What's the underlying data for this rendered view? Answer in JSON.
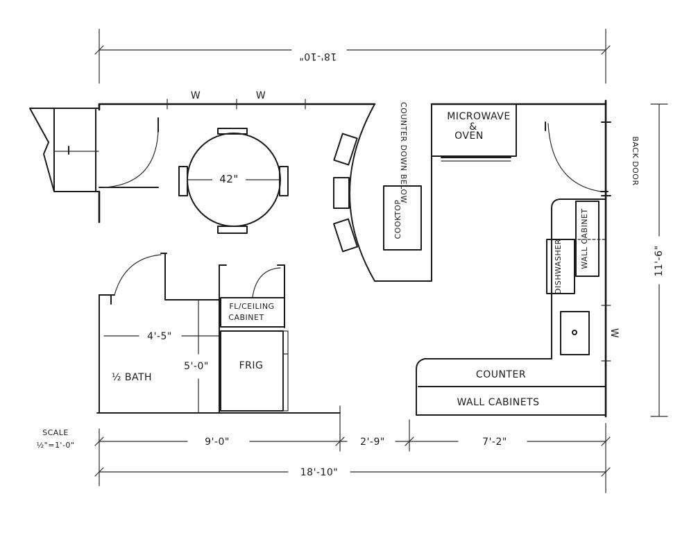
{
  "dimensions": {
    "top_overall": "18'-10\"",
    "bottom_overall": "18'-10\"",
    "bottom_left": "9'-0\"",
    "bottom_middle": "2'-9\"",
    "bottom_right": "7'-2\"",
    "right_height": "11'-6\""
  },
  "scale": {
    "line1": "SCALE",
    "line2": "½\"=1'-0\""
  },
  "table": {
    "size": "42\""
  },
  "window_marks": [
    "W",
    "W",
    "W"
  ],
  "labels": {
    "microwave_line1": "MICROWAVE",
    "microwave_line2": "&",
    "microwave_line3": "OVEN",
    "counter_below": "COUNTER DOWN BELOW",
    "cooktop": "COOKTOP",
    "back_door": "BACK DOOR",
    "wall_cabinet": "WALL CABINET",
    "dishwasher": "DISHWASHER",
    "counter": "COUNTER",
    "wall_cabinets": "WALL CABINETS",
    "fl_ceiling_line1": "FL/CEILING",
    "fl_ceiling_line2": "CABINET",
    "frig": "FRIG",
    "half_bath": "½ BATH",
    "bath_width": "4'-5\"",
    "bath_depth": "5'-0\""
  }
}
